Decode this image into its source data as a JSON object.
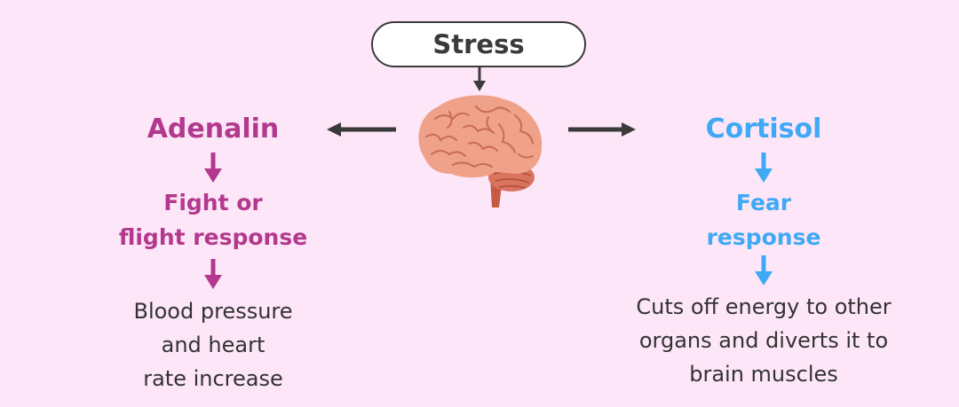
{
  "title": {
    "label": "Stress"
  },
  "left": {
    "hormone": "Adenalin",
    "response_line1": "Fight or",
    "response_line2": "flight response",
    "effect_line1": "Blood pressure",
    "effect_line2": "and heart",
    "effect_line3": "rate increase"
  },
  "right": {
    "hormone": "Cortisol",
    "response_line1": "Fear",
    "response_line2": "response",
    "effect_line1": "Cuts off energy to other",
    "effect_line2": "organs and diverts it to",
    "effect_line3": "brain muscles"
  },
  "colors": {
    "background": "#fde6f8",
    "left_accent": "#b2398d",
    "right_accent": "#3fa9f5",
    "dark": "#3a3a3a"
  },
  "icons": {
    "center": "brain-icon"
  }
}
